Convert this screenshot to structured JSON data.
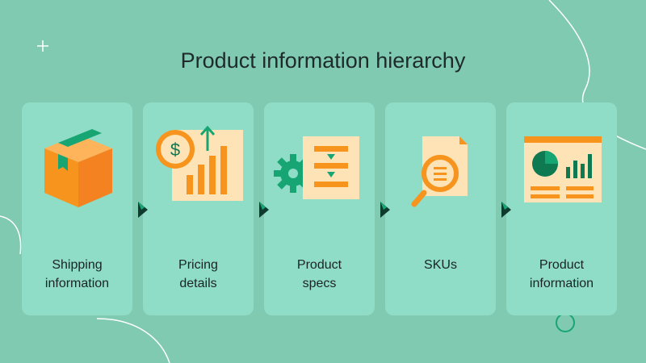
{
  "title": "Product information hierarchy",
  "colors": {
    "background": "#7fcab1",
    "card": "#8fdcc7",
    "orange": "#f7941d",
    "cream": "#fde3b5",
    "green": "#17a673",
    "dark_green": "#0e3b2e"
  },
  "steps": [
    {
      "icon": "box-icon",
      "label_lines": [
        "Shipping",
        "information"
      ]
    },
    {
      "icon": "pricing-chart-icon",
      "label_lines": [
        "Pricing",
        "details"
      ]
    },
    {
      "icon": "specs-gear-icon",
      "label_lines": [
        "Product",
        "specs"
      ]
    },
    {
      "icon": "document-search-icon",
      "label_lines": [
        "SKUs"
      ]
    },
    {
      "icon": "dashboard-icon",
      "label_lines": [
        "Product",
        "information"
      ]
    }
  ]
}
